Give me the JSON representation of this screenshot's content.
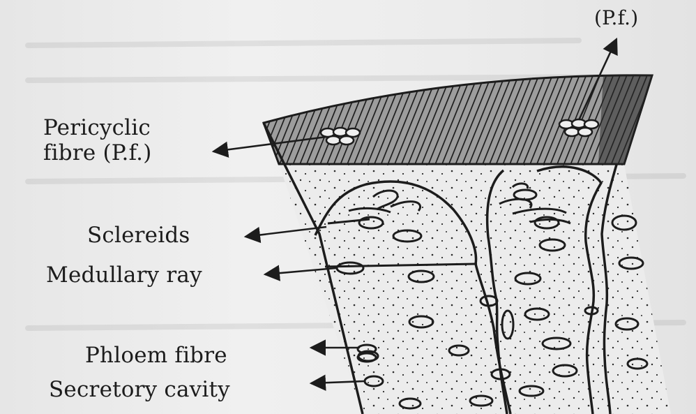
{
  "labels": {
    "pf_top": "(P.f.)",
    "pericyclic_line1": "Pericyclic",
    "pericyclic_line2": "fibre (P.f.)",
    "sclereids": "Sclereids",
    "medullary_ray": "Medullary ray",
    "phloem_fibre": "Phloem fibre",
    "secretory_cavity": "Secretory cavity"
  },
  "colors": {
    "ink": "#1c1c1c",
    "paper": "#eeeeee"
  }
}
